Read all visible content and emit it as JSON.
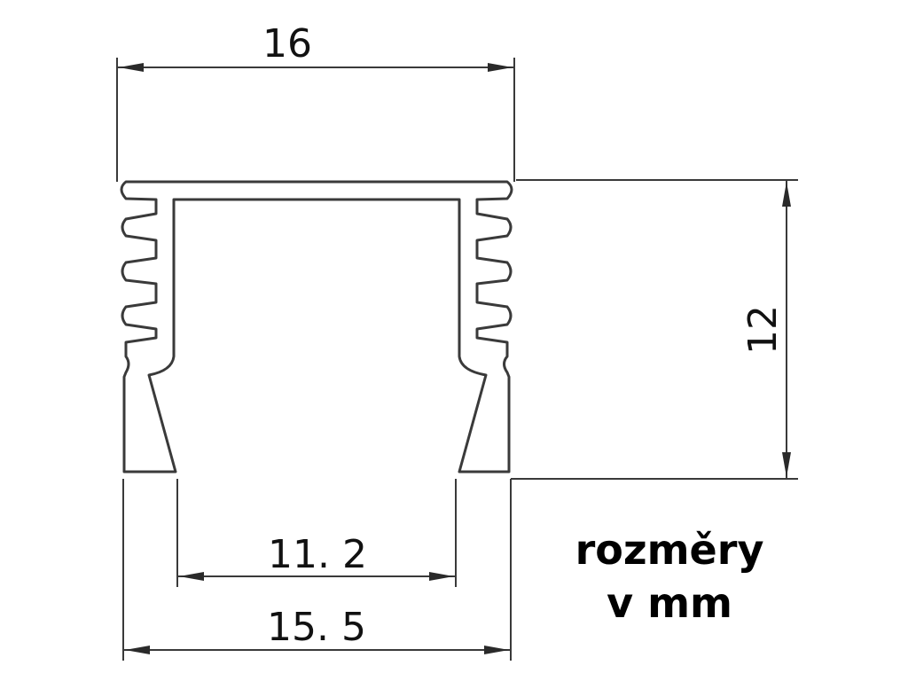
{
  "dimensions": {
    "top_width": "16",
    "height": "12",
    "inner_width": "11. 2",
    "bottom_width": "15. 5"
  },
  "note": {
    "line1": "rozměry",
    "line2": "v mm"
  }
}
